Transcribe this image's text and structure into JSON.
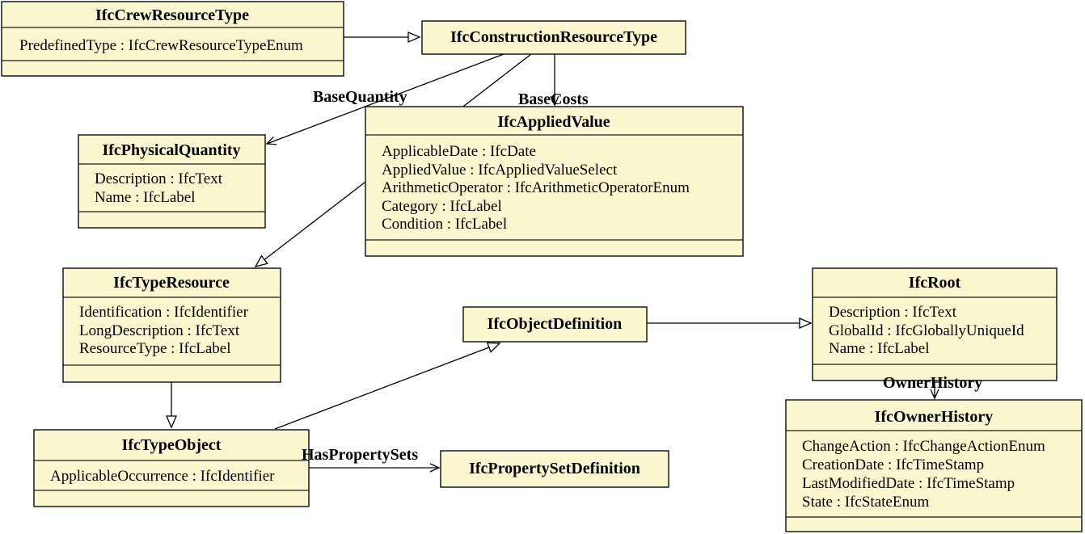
{
  "diagram": {
    "type": "uml-class-diagram",
    "colors": {
      "node_fill": "#fbf8d0",
      "node_border": "#1a1a1a",
      "edge": "#000000",
      "background": "#ffffff"
    },
    "classes": [
      {
        "title": "IfcCrewResourceType",
        "attributes": [
          "PredefinedType : IfcCrewResourceTypeEnum"
        ]
      },
      {
        "title": "IfcConstructionResourceType",
        "attributes": []
      },
      {
        "title": "IfcAppliedValue",
        "attributes": [
          "ApplicableDate : IfcDate",
          "AppliedValue : IfcAppliedValueSelect",
          "ArithmeticOperator : IfcArithmeticOperatorEnum",
          "Category : IfcLabel",
          "Condition : IfcLabel"
        ]
      },
      {
        "title": "IfcPhysicalQuantity",
        "attributes": [
          "Description : IfcText",
          "Name : IfcLabel"
        ]
      },
      {
        "title": "IfcTypeResource",
        "attributes": [
          "Identification : IfcIdentifier",
          "LongDescription : IfcText",
          "ResourceType : IfcLabel"
        ]
      },
      {
        "title": "IfcObjectDefinition",
        "attributes": []
      },
      {
        "title": "IfcTypeObject",
        "attributes": [
          "ApplicableOccurrence : IfcIdentifier"
        ]
      },
      {
        "title": "IfcPropertySetDefinition",
        "attributes": []
      },
      {
        "title": "IfcRoot",
        "attributes": [
          "Description : IfcText",
          "GlobalId : IfcGloballyUniqueId",
          "Name : IfcLabel"
        ]
      },
      {
        "title": "IfcOwnerHistory",
        "attributes": [
          "ChangeAction : IfcChangeActionEnum",
          "CreationDate : IfcTimeStamp",
          "LastModifiedDate : IfcTimeStamp",
          "State : IfcStateEnum"
        ]
      }
    ],
    "edge_labels": {
      "base_quantity": "BaseQuantity",
      "base_costs": "BaseCosts",
      "has_property_sets": "HasPropertySets",
      "owner_history": "OwnerHistory"
    },
    "relationships": [
      "IfcCrewResourceType --|> IfcConstructionResourceType",
      "IfcConstructionResourceType --|> IfcTypeResource",
      "IfcConstructionResourceType --> IfcPhysicalQuantity : BaseQuantity",
      "IfcConstructionResourceType --> IfcAppliedValue : BaseCosts",
      "IfcTypeResource --|> IfcTypeObject",
      "IfcTypeObject --|> IfcObjectDefinition",
      "IfcTypeObject --> IfcPropertySetDefinition : HasPropertySets",
      "IfcObjectDefinition --|> IfcRoot",
      "IfcRoot --> IfcOwnerHistory : OwnerHistory"
    ]
  }
}
